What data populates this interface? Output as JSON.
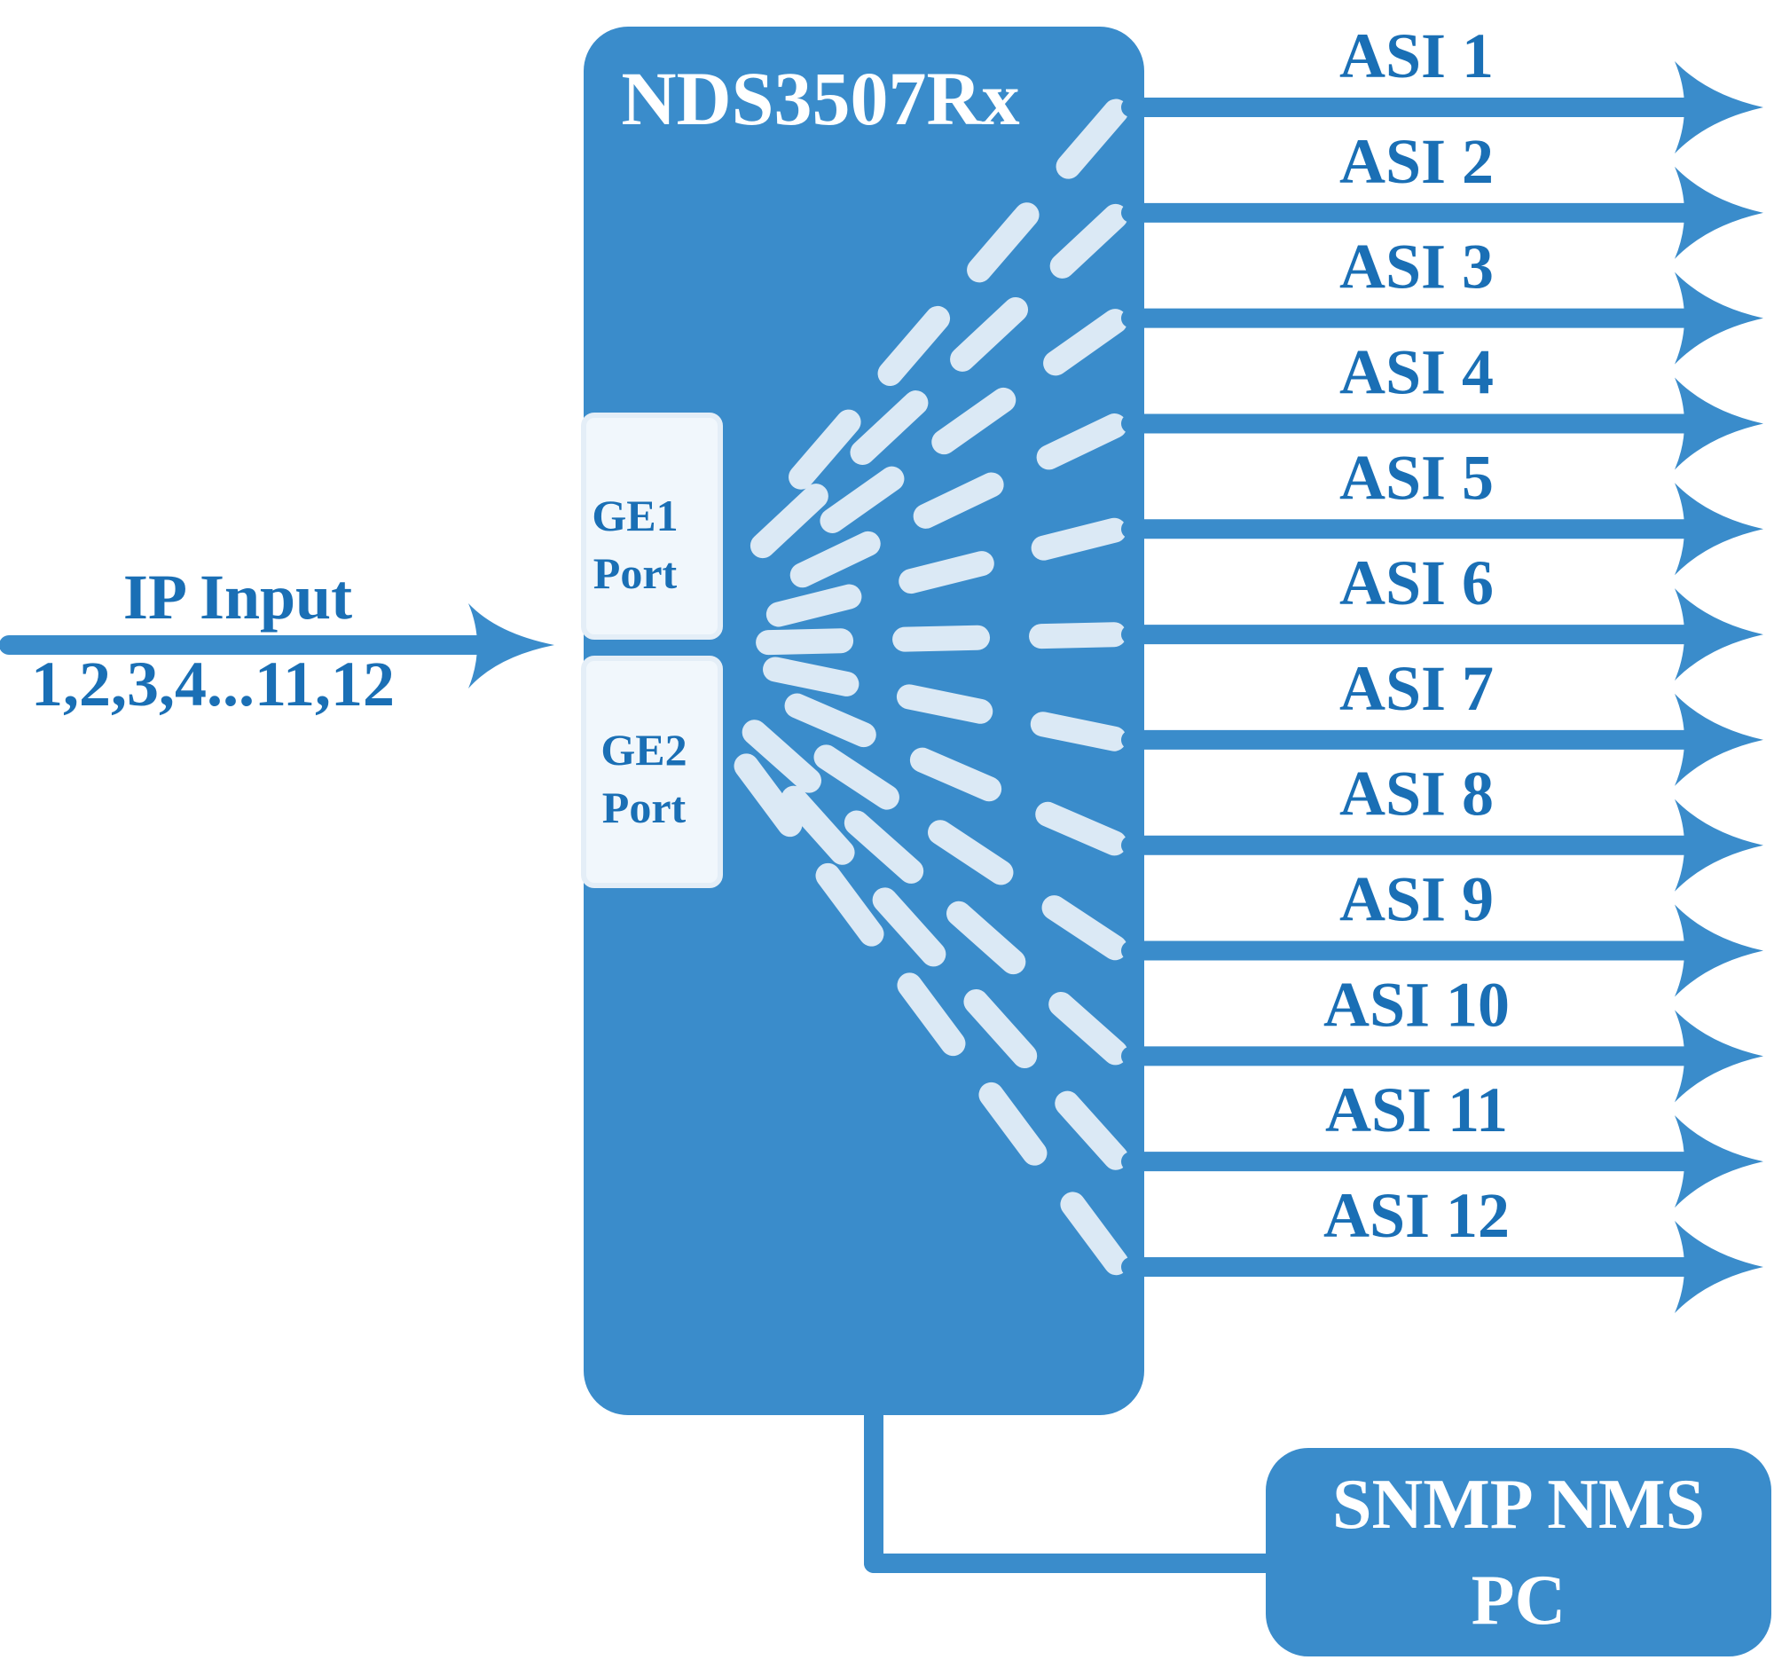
{
  "device": {
    "title": "NDS3507Rx"
  },
  "input": {
    "label": "IP Input",
    "channels": "1,2,3,4...11,12"
  },
  "ports": [
    {
      "line1": "GE1",
      "line2": "Port"
    },
    {
      "line1": "GE2",
      "line2": "Port"
    }
  ],
  "outputs": [
    "ASI 1",
    "ASI 2",
    "ASI 3",
    "ASI 4",
    "ASI 5",
    "ASI 6",
    "ASI 7",
    "ASI 8",
    "ASI 9",
    "ASI 10",
    "ASI 11",
    "ASI 12"
  ],
  "management": {
    "line1": "SNMP NMS",
    "line2": "PC"
  },
  "colors": {
    "primary": "#3a8ccb",
    "text": "#1a6fb5",
    "dash": "#dbe9f5"
  }
}
